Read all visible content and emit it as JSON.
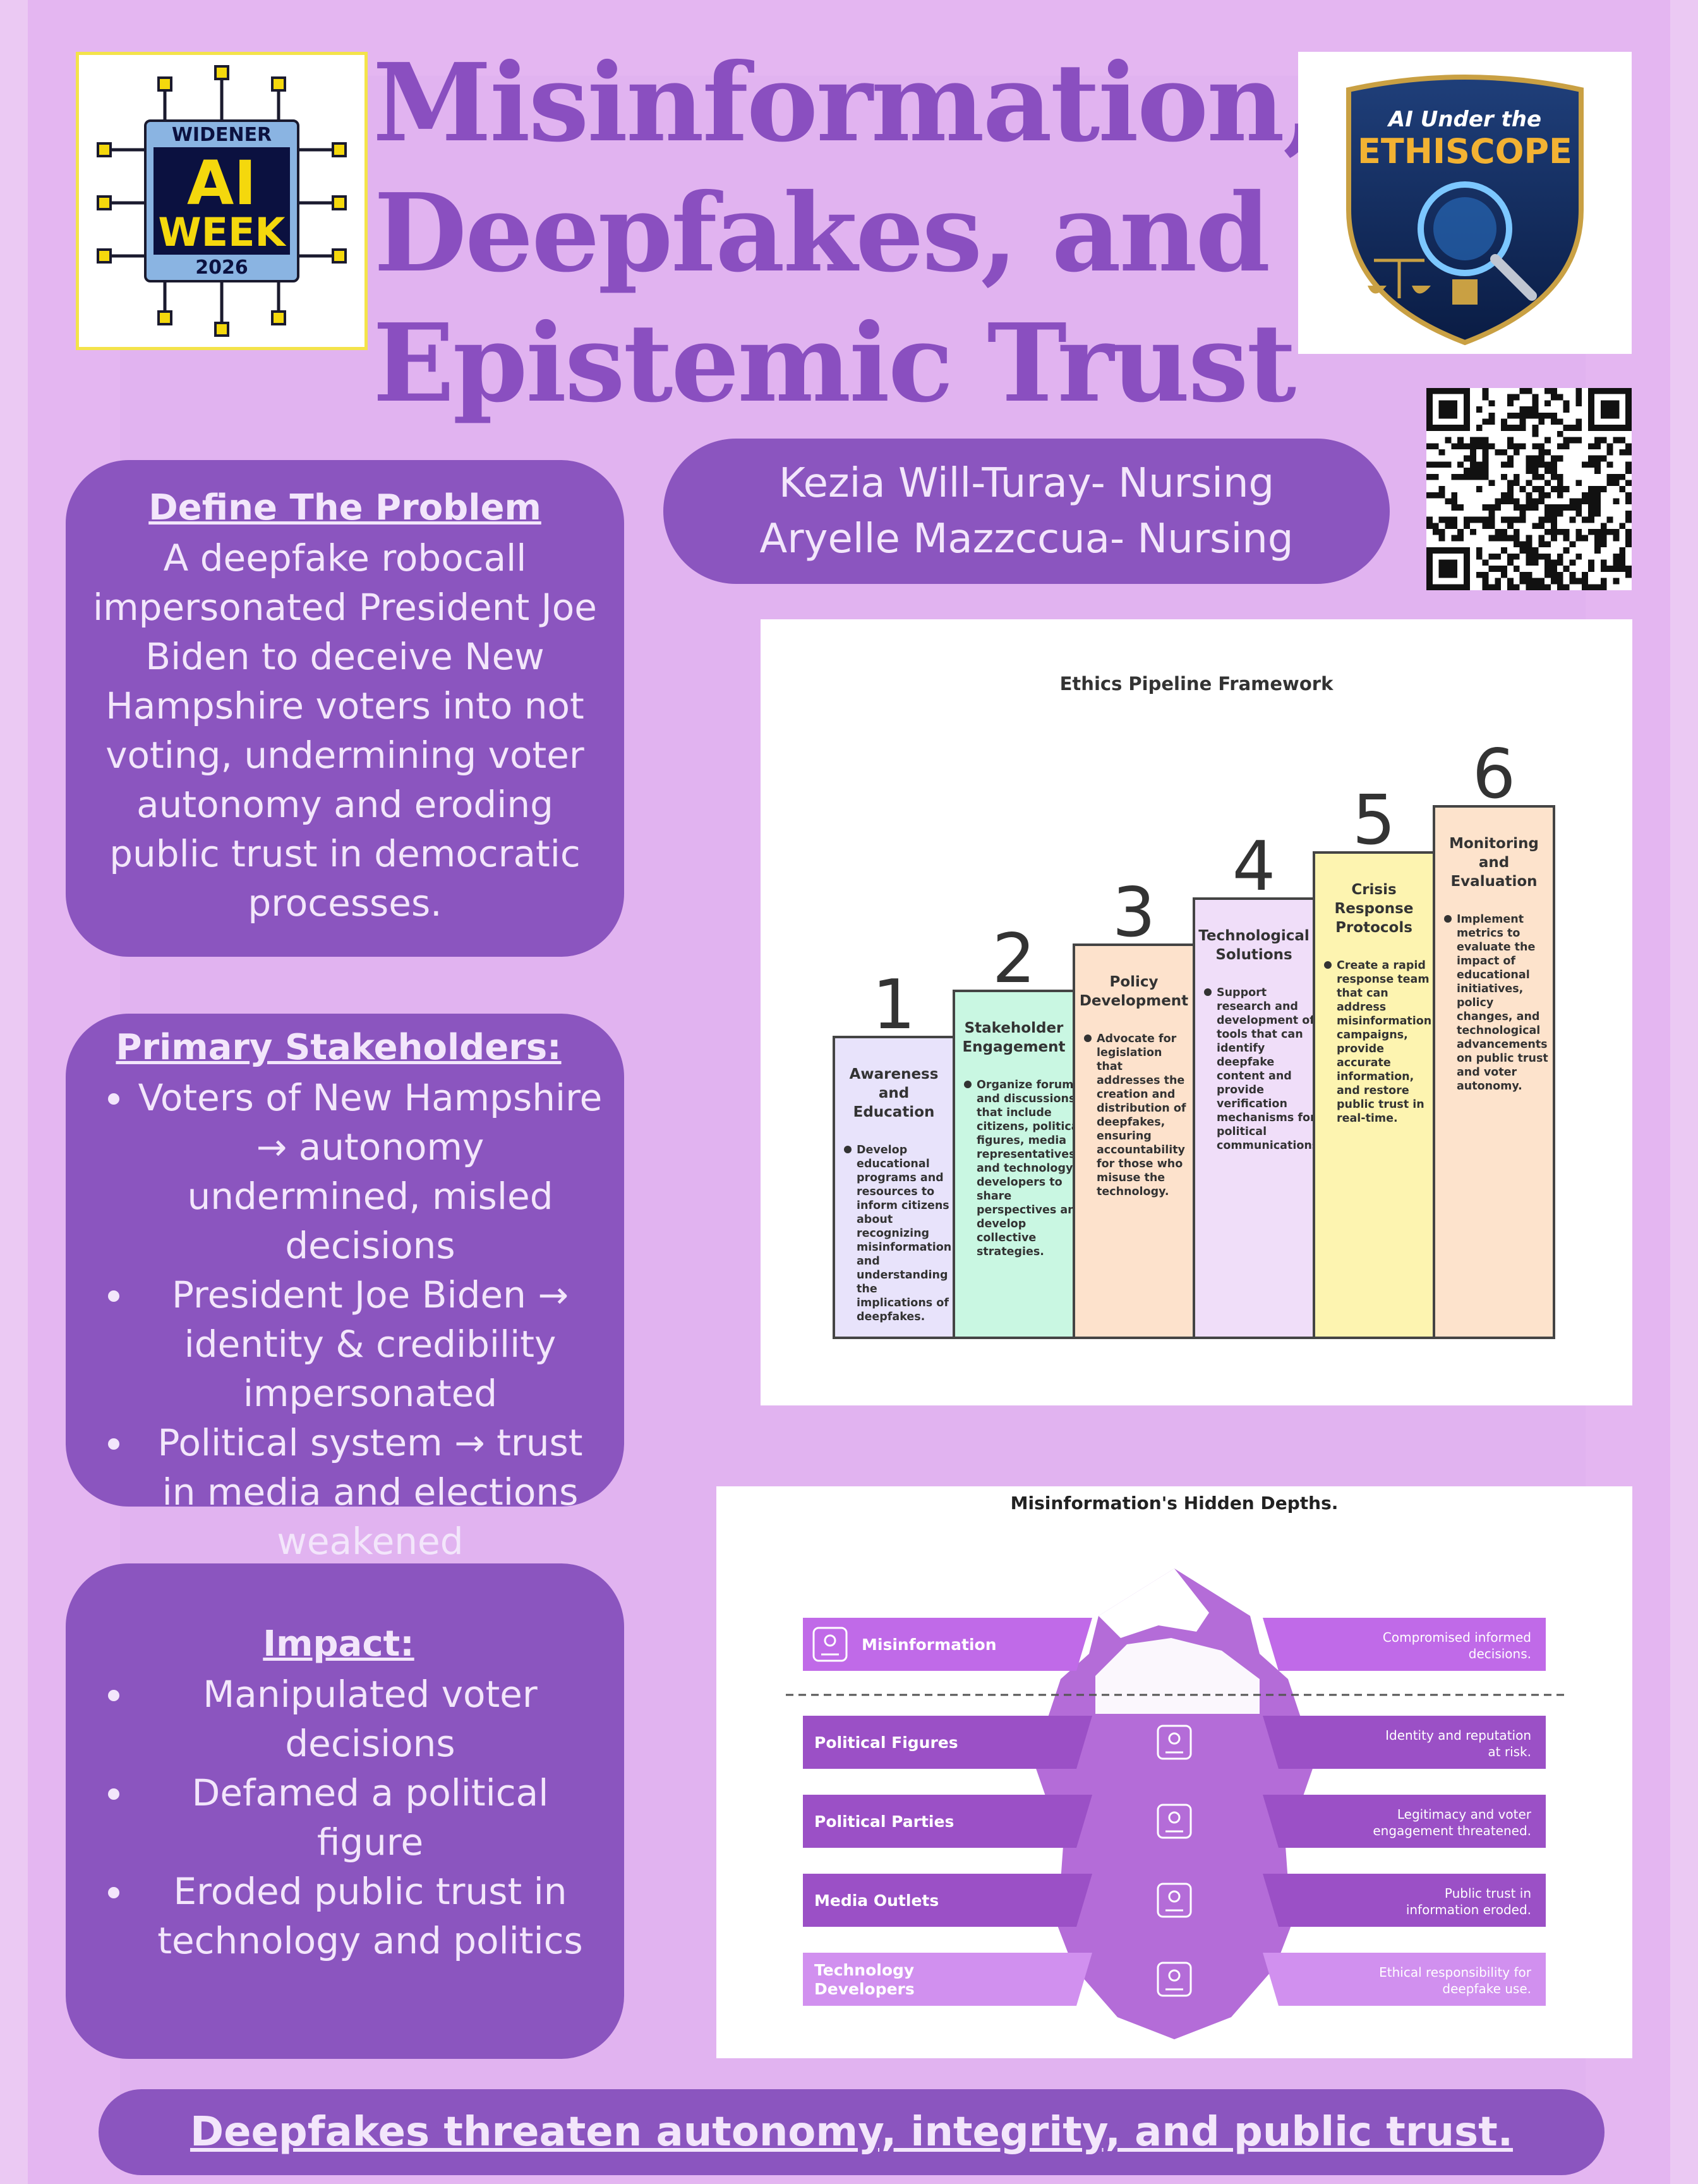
{
  "title": {
    "line1": "Misinformation,",
    "line2": "Deepfakes, and",
    "line3": "Epistemic Trust"
  },
  "logo_left": {
    "top": "WIDENER",
    "main1": "AI",
    "main2": "WEEK",
    "year": "2026"
  },
  "logo_right": {
    "line1": "AI Under the",
    "line2": "ETHISCOPE"
  },
  "authors": [
    "Kezia Will-Turay- Nursing",
    "Aryelle Mazzccua- Nursing"
  ],
  "define": {
    "heading": "Define The Problem",
    "text": "A deepfake robocall impersonated President Joe Biden to deceive New Hampshire voters into not voting, undermining voter autonomy and eroding public trust in democratic processes."
  },
  "stakeholders": {
    "heading": "Primary Stakeholders:",
    "items": [
      "Voters of New Hampshire → autonomy undermined, misled decisions",
      "President Joe Biden → identity & credibility impersonated",
      "Political system → trust in media and elections weakened"
    ]
  },
  "impact": {
    "heading": "Impact:",
    "items": [
      "Manipulated voter decisions",
      "Defamed a political figure",
      "Eroded public trust in technology and politics"
    ]
  },
  "pipeline": {
    "title": "Ethics Pipeline Framework",
    "steps": [
      {
        "num": "1",
        "title": [
          "Awareness",
          "and",
          "Education"
        ],
        "lines": [
          "Develop",
          "educational",
          "programs and",
          "resources to",
          "inform citizens",
          "about",
          "recognizing",
          "misinformation",
          "and",
          "understanding",
          "the",
          "implications of",
          "deepfakes."
        ],
        "color": "#e8e3fb"
      },
      {
        "num": "2",
        "title": [
          "Stakeholder",
          "Engagement"
        ],
        "lines": [
          "Organize forums",
          "and discussions",
          "that include",
          "citizens, political",
          "figures, media",
          "representatives,",
          "and technology",
          "developers to",
          "share",
          "perspectives and",
          "develop",
          "collective",
          "strategies."
        ],
        "color": "#c9f7e2"
      },
      {
        "num": "3",
        "title": [
          "Policy",
          "Development"
        ],
        "lines": [
          "Advocate for",
          "legislation",
          "that",
          "addresses the",
          "creation and",
          "distribution of",
          "deepfakes,",
          "ensuring",
          "accountability",
          "for those who",
          "misuse the",
          "technology."
        ],
        "color": "#fde2cc"
      },
      {
        "num": "4",
        "title": [
          "Technological",
          "Solutions"
        ],
        "lines": [
          "Support",
          "research and",
          "development of",
          "tools that can",
          "identify",
          "deepfake",
          "content and",
          "provide",
          "verification",
          "mechanisms for",
          "political",
          "communications."
        ],
        "color": "#f0def9"
      },
      {
        "num": "5",
        "title": [
          "Crisis",
          "Response",
          "Protocols"
        ],
        "lines": [
          "Create a rapid",
          "response team",
          "that can",
          "address",
          "misinformation",
          "campaigns,",
          "provide",
          "accurate",
          "information,",
          "and restore",
          "public trust in",
          "real-time."
        ],
        "color": "#fdf4b0"
      },
      {
        "num": "6",
        "title": [
          "Monitoring",
          "and",
          "Evaluation"
        ],
        "lines": [
          "Implement",
          "metrics to",
          "evaluate the",
          "impact of",
          "educational",
          "initiatives,",
          "policy",
          "changes, and",
          "technological",
          "advancements",
          "on public trust",
          "and voter",
          "autonomy."
        ],
        "color": "#fde3cc"
      }
    ]
  },
  "iceberg": {
    "title": "Misinformation's Hidden Depths.",
    "rows": [
      {
        "label": "Misinformation",
        "desc": "Compromised informed decisions.",
        "icon": "warning-people-icon"
      },
      {
        "label": "Political Figures",
        "desc": "Identity and reputation at risk.",
        "icon": "person-question-icon"
      },
      {
        "label": "Political Parties",
        "desc": "Legitimacy and voter engagement threatened.",
        "icon": "flag-group-icon"
      },
      {
        "label": "Media Outlets",
        "desc": "Public trust in information eroded.",
        "icon": "newspaper-icon"
      },
      {
        "label": "Technology Developers",
        "desc": "Ethical responsibility for deepfake use.",
        "icon": "gear-warning-icon"
      }
    ]
  },
  "footer": "Deepfakes threaten autonomy, integrity, and public trust."
}
